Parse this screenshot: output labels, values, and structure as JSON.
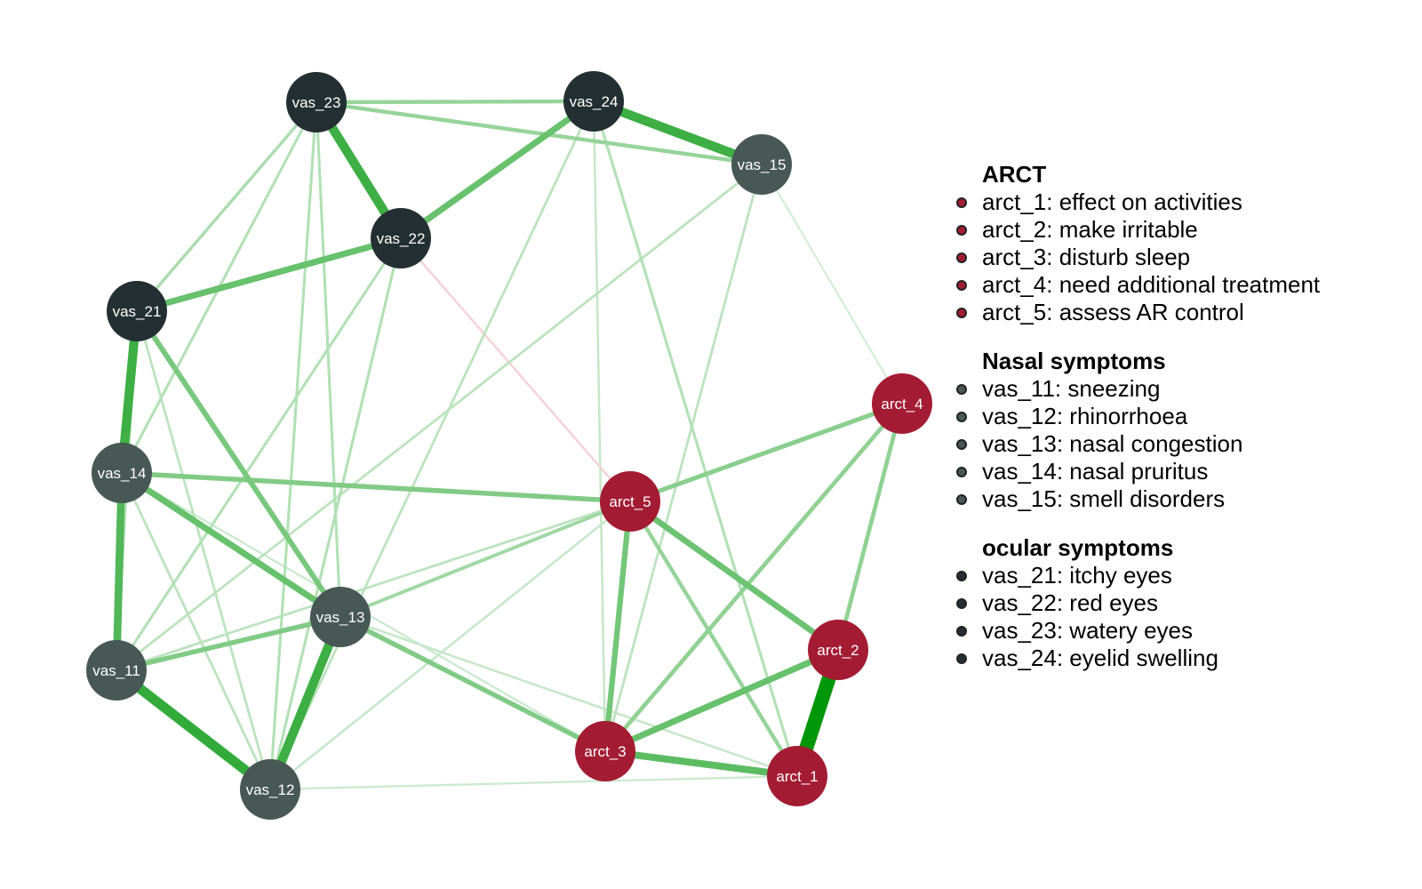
{
  "colors": {
    "arct": "#a31c33",
    "nasal": "#475855",
    "ocular": "#232f33",
    "positive_edge": "#00960a",
    "negative_edge": "#f0b4be"
  },
  "nodes": [
    {
      "id": "vas_23",
      "label": "vas_23",
      "group": "ocular"
    },
    {
      "id": "vas_24",
      "label": "vas_24",
      "group": "ocular"
    },
    {
      "id": "vas_15",
      "label": "vas_15",
      "group": "nasal"
    },
    {
      "id": "vas_22",
      "label": "vas_22",
      "group": "ocular"
    },
    {
      "id": "vas_21",
      "label": "vas_21",
      "group": "ocular"
    },
    {
      "id": "arct_4",
      "label": "arct_4",
      "group": "arct"
    },
    {
      "id": "vas_14",
      "label": "vas_14",
      "group": "nasal"
    },
    {
      "id": "arct_5",
      "label": "arct_5",
      "group": "arct"
    },
    {
      "id": "vas_13",
      "label": "vas_13",
      "group": "nasal"
    },
    {
      "id": "arct_2",
      "label": "arct_2",
      "group": "arct"
    },
    {
      "id": "vas_11",
      "label": "vas_11",
      "group": "nasal"
    },
    {
      "id": "arct_3",
      "label": "arct_3",
      "group": "arct"
    },
    {
      "id": "arct_1",
      "label": "arct_1",
      "group": "arct"
    },
    {
      "id": "vas_12",
      "label": "vas_12",
      "group": "nasal"
    }
  ],
  "edges": [
    {
      "from": "arct_1",
      "to": "arct_2",
      "weight": 0.9
    },
    {
      "from": "vas_11",
      "to": "vas_12",
      "weight": 0.6
    },
    {
      "from": "vas_24",
      "to": "vas_15",
      "weight": 0.55
    },
    {
      "from": "vas_23",
      "to": "vas_22",
      "weight": 0.55
    },
    {
      "from": "vas_21",
      "to": "vas_14",
      "weight": 0.55
    },
    {
      "from": "vas_13",
      "to": "vas_12",
      "weight": 0.55
    },
    {
      "from": "vas_14",
      "to": "vas_11",
      "weight": 0.45
    },
    {
      "from": "arct_3",
      "to": "arct_1",
      "weight": 0.4
    },
    {
      "from": "arct_3",
      "to": "arct_2",
      "weight": 0.35
    },
    {
      "from": "vas_22",
      "to": "vas_24",
      "weight": 0.35
    },
    {
      "from": "vas_21",
      "to": "vas_22",
      "weight": 0.35
    },
    {
      "from": "vas_14",
      "to": "vas_13",
      "weight": 0.35
    },
    {
      "from": "arct_5",
      "to": "arct_2",
      "weight": 0.33
    },
    {
      "from": "arct_5",
      "to": "arct_3",
      "weight": 0.3
    },
    {
      "from": "vas_21",
      "to": "vas_13",
      "weight": 0.28
    },
    {
      "from": "vas_14",
      "to": "arct_5",
      "weight": 0.25
    },
    {
      "from": "vas_11",
      "to": "vas_13",
      "weight": 0.25
    },
    {
      "from": "vas_13",
      "to": "arct_3",
      "weight": 0.25
    },
    {
      "from": "arct_5",
      "to": "arct_4",
      "weight": 0.22
    },
    {
      "from": "arct_4",
      "to": "arct_3",
      "weight": 0.2
    },
    {
      "from": "arct_4",
      "to": "arct_2",
      "weight": 0.2
    },
    {
      "from": "vas_23",
      "to": "vas_24",
      "weight": 0.18
    },
    {
      "from": "vas_23",
      "to": "vas_15",
      "weight": 0.18
    },
    {
      "from": "arct_5",
      "to": "arct_1",
      "weight": 0.18
    },
    {
      "from": "vas_13",
      "to": "arct_5",
      "weight": 0.15
    },
    {
      "from": "vas_23",
      "to": "vas_21",
      "weight": 0.12
    },
    {
      "from": "vas_23",
      "to": "vas_14",
      "weight": 0.1
    },
    {
      "from": "vas_23",
      "to": "vas_13",
      "weight": 0.1
    },
    {
      "from": "vas_23",
      "to": "vas_12",
      "weight": 0.1
    },
    {
      "from": "vas_22",
      "to": "vas_11",
      "weight": 0.1
    },
    {
      "from": "vas_22",
      "to": "vas_12",
      "weight": 0.1
    },
    {
      "from": "vas_24",
      "to": "vas_12",
      "weight": 0.08
    },
    {
      "from": "vas_24",
      "to": "arct_1",
      "weight": 0.1
    },
    {
      "from": "vas_24",
      "to": "arct_3",
      "weight": 0.06
    },
    {
      "from": "vas_15",
      "to": "vas_11",
      "weight": 0.08
    },
    {
      "from": "vas_15",
      "to": "arct_3",
      "weight": 0.08
    },
    {
      "from": "vas_21",
      "to": "vas_11",
      "weight": 0.08
    },
    {
      "from": "vas_21",
      "to": "vas_12",
      "weight": 0.08
    },
    {
      "from": "vas_14",
      "to": "vas_12",
      "weight": 0.08
    },
    {
      "from": "vas_11",
      "to": "arct_5",
      "weight": 0.08
    },
    {
      "from": "vas_12",
      "to": "arct_5",
      "weight": 0.06
    },
    {
      "from": "vas_13",
      "to": "arct_1",
      "weight": 0.06
    },
    {
      "from": "vas_12",
      "to": "arct_1",
      "weight": 0.05
    },
    {
      "from": "vas_14",
      "to": "arct_3",
      "weight": 0.05
    },
    {
      "from": "vas_15",
      "to": "arct_4",
      "weight": 0.04
    },
    {
      "from": "vas_22",
      "to": "arct_5",
      "weight": -0.06
    }
  ],
  "legend": [
    {
      "title": "ARCT",
      "group": "arct",
      "items": [
        "arct_1: effect on activities",
        "arct_2: make irritable",
        "arct_3: disturb sleep",
        "arct_4: need additional treatment",
        "arct_5: assess AR control"
      ]
    },
    {
      "title": "Nasal symptoms",
      "group": "nasal",
      "items": [
        "vas_11: sneezing",
        "vas_12: rhinorrhoea",
        "vas_13: nasal congestion",
        "vas_14: nasal pruritus",
        "vas_15: smell disorders"
      ]
    },
    {
      "title": "ocular symptoms",
      "group": "ocular",
      "items": [
        "vas_21: itchy eyes",
        "vas_22: red eyes",
        "vas_23: watery eyes",
        "vas_24: eyelid swelling"
      ]
    }
  ]
}
